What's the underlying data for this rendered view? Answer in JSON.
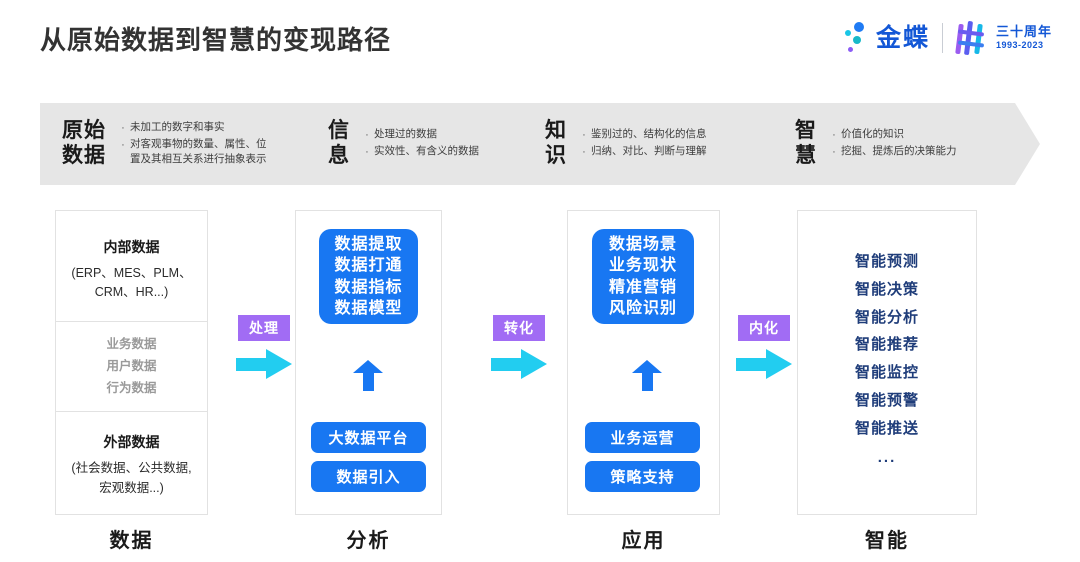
{
  "header": {
    "title": "从原始数据到智慧的变现路径",
    "brand_name": "金蝶",
    "anniversary_cn": "三十周年",
    "anniversary_years": "1993-2023",
    "brand_color": "#1357d6"
  },
  "banner": {
    "background_color": "#e6e6e6",
    "stages": [
      {
        "name": "原始\n数据",
        "bullets": [
          "未加工的数字和事实",
          "对客观事物的数量、属性、位\n置及其相互关系进行抽象表示"
        ]
      },
      {
        "name": "信\n息",
        "bullets": [
          "处理过的数据",
          "实效性、有含义的数据"
        ]
      },
      {
        "name": "知\n识",
        "bullets": [
          "鉴别过的、结构化的信息",
          "归纳、对比、判断与理解"
        ]
      },
      {
        "name": "智\n慧",
        "bullets": [
          "价值化的知识",
          "挖掘、提炼后的决策能力"
        ]
      }
    ],
    "bullet_glyph": "·"
  },
  "columns": [
    {
      "footer_label": "数据",
      "top_heading": "内部数据",
      "top_sub": "(ERP、MES、PLM、\nCRM、HR...)",
      "mid_items": [
        "业务数据",
        "用户数据",
        "行为数据"
      ],
      "bottom_heading": "外部数据",
      "bottom_sub": "(社会数据、公共数据,\n宏观数据...)"
    },
    {
      "footer_label": "分析",
      "box_lines": "数据提取\n数据打通\n数据指标\n数据模型",
      "pill_top": "大数据平台",
      "pill_bottom": "数据引入"
    },
    {
      "footer_label": "应用",
      "box_lines": "数据场景\n业务现状\n精准营销\n风险识别",
      "pill_top": "业务运营",
      "pill_bottom": "策略支持"
    },
    {
      "footer_label": "智能",
      "items": [
        "智能预测",
        "智能决策",
        "智能分析",
        "智能推荐",
        "智能监控",
        "智能预警",
        "智能推送"
      ],
      "ellipsis": "..."
    }
  ],
  "connectors": [
    {
      "label": "处理"
    },
    {
      "label": "转化"
    },
    {
      "label": "内化"
    }
  ],
  "colors": {
    "blue": "#1877f2",
    "cyan_arrow": "#22cdf0",
    "purple_badge": "#a16cf4",
    "navy_text": "#1f3d7a",
    "gray_text": "#9a9a9a"
  }
}
